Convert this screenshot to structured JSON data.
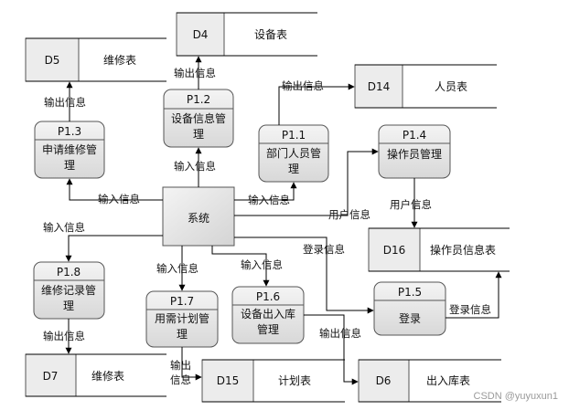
{
  "system": {
    "label": "系统"
  },
  "processes": {
    "p1_1": {
      "id": "P1.1",
      "line1": "部门人员管",
      "line2": "理"
    },
    "p1_2": {
      "id": "P1.2",
      "line1": "设备信息管",
      "line2": "理"
    },
    "p1_3": {
      "id": "P1.3",
      "line1": "申请维修管",
      "line2": "理"
    },
    "p1_4": {
      "id": "P1.4",
      "line1": "操作员管理",
      "line2": ""
    },
    "p1_5": {
      "id": "P1.5",
      "line1": "登录",
      "line2": ""
    },
    "p1_6": {
      "id": "P1.6",
      "line1": "设备出入库",
      "line2": "管理"
    },
    "p1_7": {
      "id": "P1.7",
      "line1": "用需计划管",
      "line2": "理"
    },
    "p1_8": {
      "id": "P1.8",
      "line1": "维修记录管",
      "line2": "理"
    }
  },
  "stores": {
    "d4": {
      "id": "D4",
      "name": "设备表"
    },
    "d5": {
      "id": "D5",
      "name": "维修表"
    },
    "d14": {
      "id": "D14",
      "name": "人员表"
    },
    "d16": {
      "id": "D16",
      "name": "操作员信息表"
    },
    "d7": {
      "id": "D7",
      "name": "维修表"
    },
    "d15": {
      "id": "D15",
      "name": "计划表"
    },
    "d6": {
      "id": "D6",
      "name": "出入库表"
    }
  },
  "flows": {
    "p12_d4": "输出信息",
    "p13_d5": "输出信息",
    "p11_d14": "输出信息",
    "sys_p12": "输入信息",
    "sys_p13": "输入信息",
    "sys_p11": "输入信息",
    "sys_p14": "用户信息",
    "p14_d16": "用户信息",
    "sys_p18": "输入信息",
    "sys_p17": "输入信息",
    "sys_p16": "输入信息",
    "sys_p15": "登录信息",
    "p15_d16": "登录信息",
    "p18_d7": "输出信息",
    "p17_d15_a": "输出",
    "p17_d15_b": "信息",
    "p16_d6": "输出信息"
  },
  "watermark": "CSDN @yuyuxun1"
}
